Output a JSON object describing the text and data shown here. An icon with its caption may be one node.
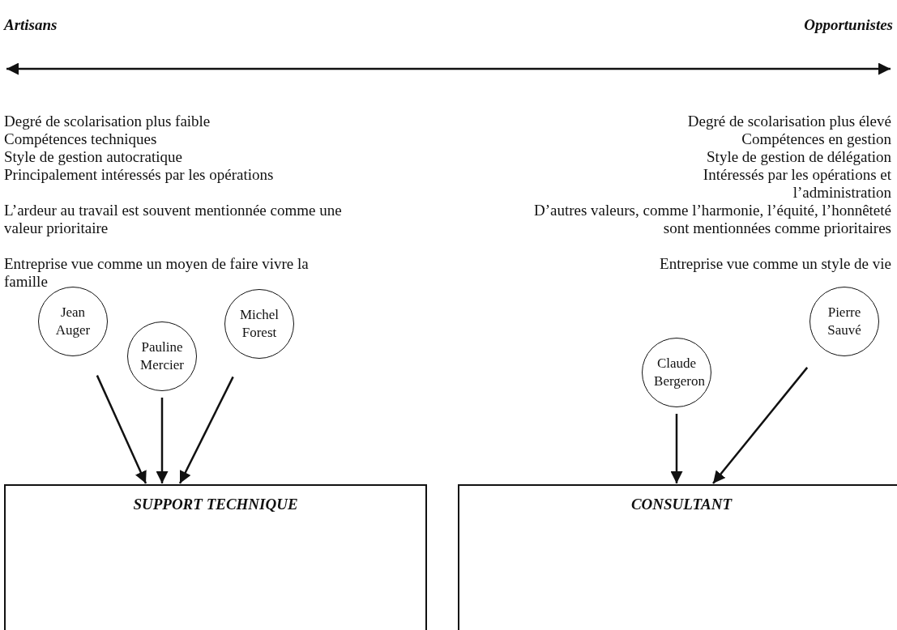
{
  "diagram": {
    "nodes": [
      {
        "text": [
          "Jean Auger"
        ]
      },
      {
        "text": [
          "Pauline Mercier"
        ]
      },
      {
        "text": [
          "Michel Forest"
        ]
      },
      {
        "text": [
          "Claude Bergeron"
        ]
      },
      {
        "text": [
          "Pierre Sauvé"
        ]
      },
      {
        "text": [
          "SUPPORT TECHNIQUE"
        ]
      },
      {
        "text": [
          "CONSULTANT"
        ]
      }
    ],
    "edges": [
      {
        "from": 0,
        "to": 5,
        "arrow": "to"
      },
      {
        "from": 1,
        "to": 5,
        "arrow": "to"
      },
      {
        "from": 2,
        "to": 5,
        "arrow": "to"
      },
      {
        "from": 3,
        "to": 6,
        "arrow": "to"
      },
      {
        "from": 4,
        "to": 6,
        "arrow": "to"
      }
    ],
    "labels": [
      "Artisans",
      "Opportunistes",
      "Degré de scolarisation plus faible",
      "Compétences techniques",
      "Style de gestion autocratique",
      "Principalement intéressés par les opérations",
      "L’ardeur au travail est souvent mentionnée comme une valeur prioritaire",
      "Entreprise vue comme un moyen de faire vivre la famille",
      "Degré de scolarisation plus élevé",
      "Compétences en gestion",
      "Style de gestion de délégation",
      "Intéressés par les opérations et l’administration",
      "D’autres valeurs, comme l’harmonie, l’équité, l’honnêteté sont mentionnées comme prioritaires",
      "Entreprise vue comme un style de vie"
    ]
  }
}
